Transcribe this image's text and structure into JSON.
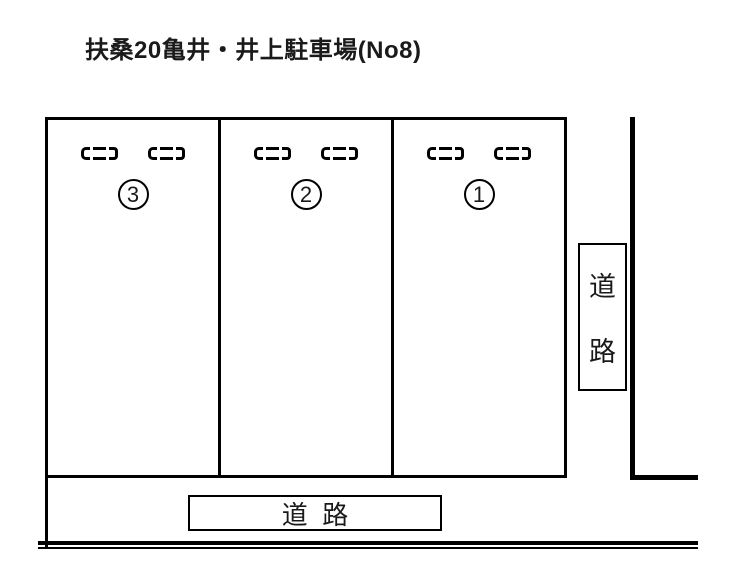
{
  "title": "扶桑20亀井・井上駐車場(No8)",
  "parking_lot": {
    "spaces": [
      {
        "number": "3"
      },
      {
        "number": "2"
      },
      {
        "number": "1"
      }
    ]
  },
  "roads": {
    "right_label_chars": [
      "道",
      "路"
    ],
    "bottom_label": "道  路"
  },
  "colors": {
    "line": "#000000",
    "background": "#ffffff"
  }
}
